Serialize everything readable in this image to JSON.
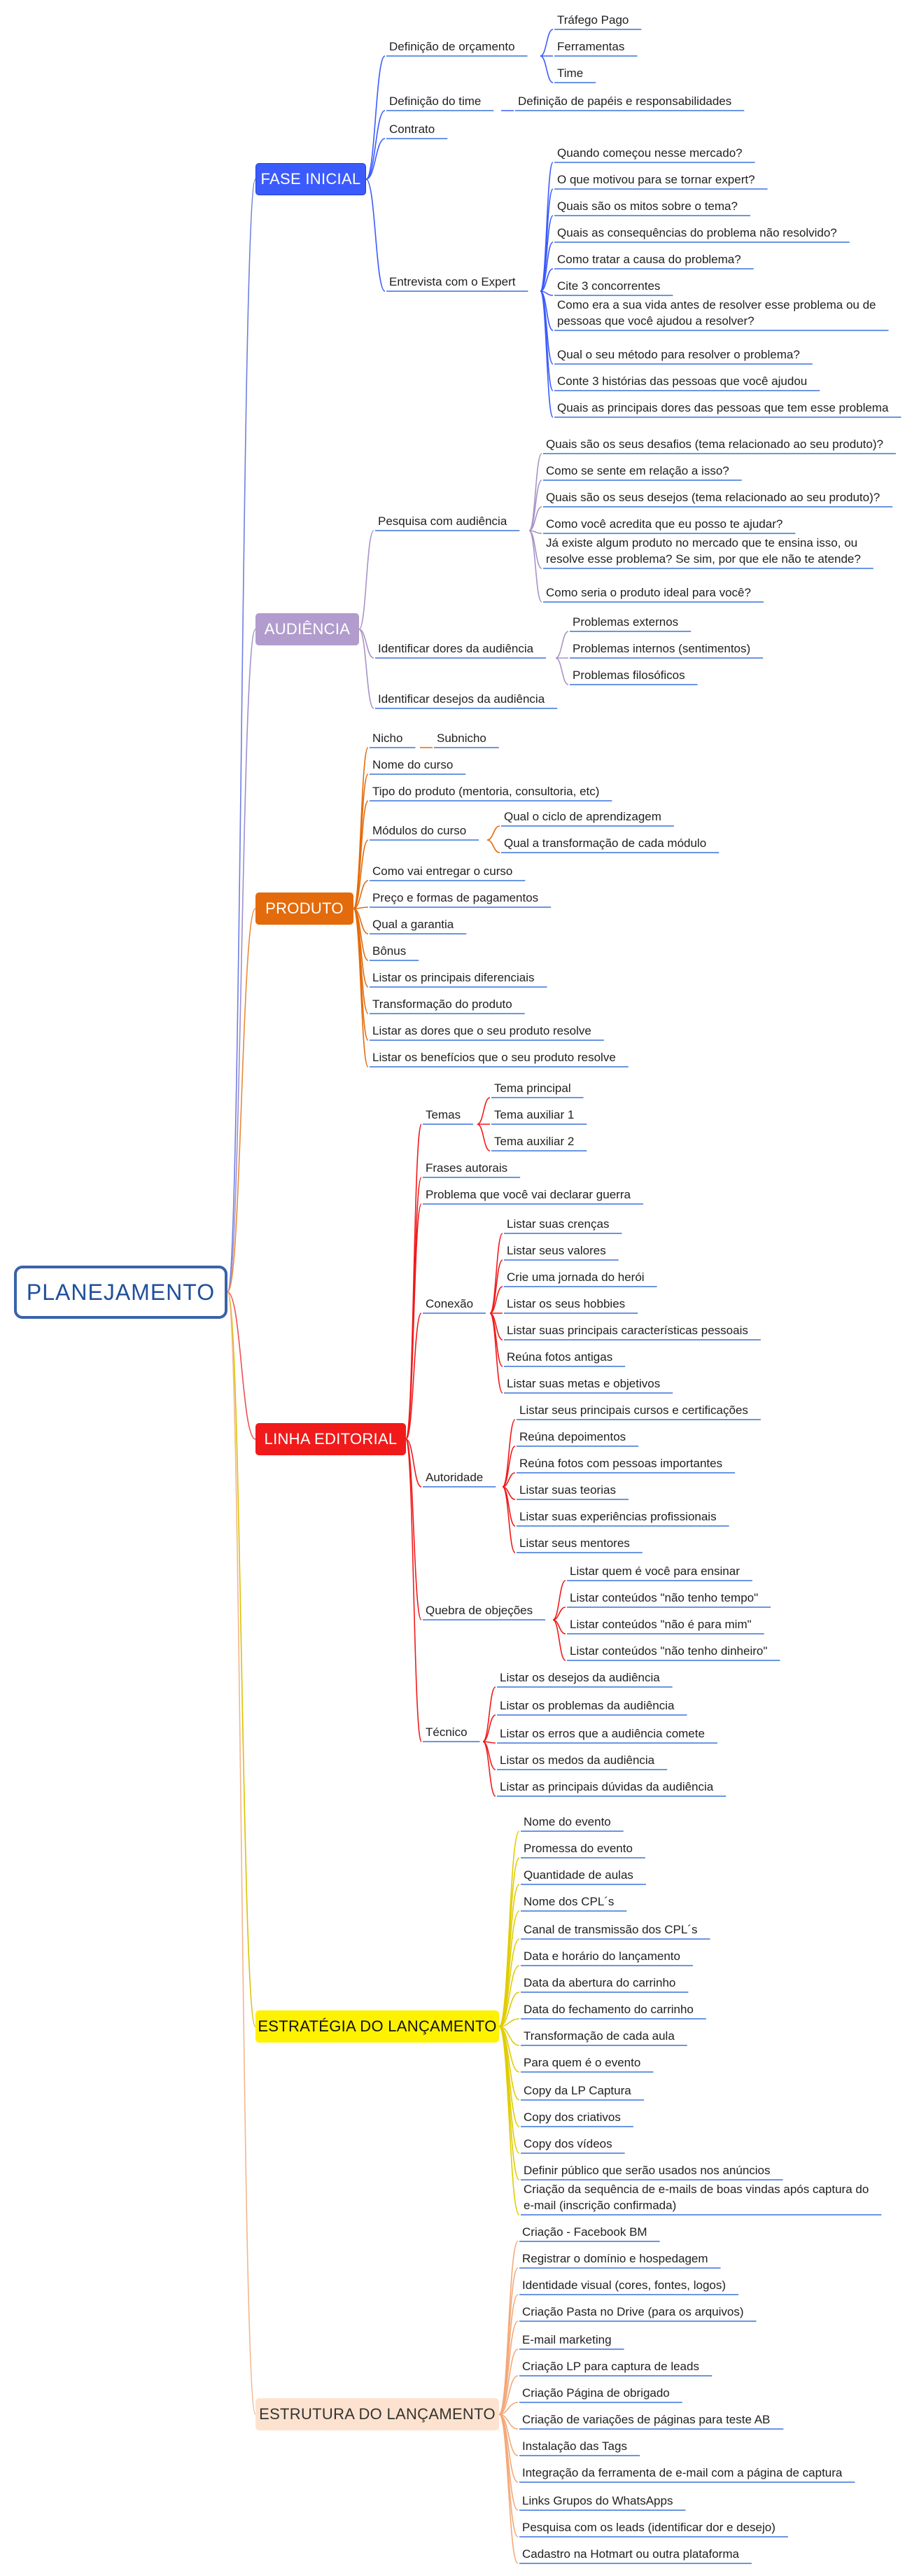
{
  "root": "PLANEJAMENTO",
  "colors": {
    "root_border": "#3a62a8",
    "fase": "#3b5bfd",
    "audiencia": "#b19ccd",
    "produto": "#e36b0c",
    "linha": "#f01a1a",
    "estrategia": "#fff200",
    "estrutura": "#fde3cf",
    "underline": "#3b72d9"
  },
  "branches": [
    {
      "label": "FASE INICIAL",
      "color": "#3b5bfd",
      "children": [
        {
          "label": "Definição de orçamento",
          "children": [
            {
              "label": "Tráfego Pago"
            },
            {
              "label": "Ferramentas"
            },
            {
              "label": "Time"
            }
          ]
        },
        {
          "label": "Definição do time",
          "children": [
            {
              "label": "Definição de papéis e responsabilidades"
            }
          ]
        },
        {
          "label": "Contrato"
        },
        {
          "label": "Entrevista com o Expert",
          "children": [
            {
              "label": "Quando começou nesse mercado?"
            },
            {
              "label": "O que motivou para se tornar expert?"
            },
            {
              "label": "Quais são os mitos sobre o tema?"
            },
            {
              "label": "Quais as consequências do problema não resolvido?"
            },
            {
              "label": "Como tratar a causa do problema?"
            },
            {
              "label": "Cite 3 concorrentes"
            },
            {
              "label": "Como era a sua vida antes de resolver esse problema ou de",
              "line2": "pessoas que você ajudou a resolver?"
            },
            {
              "label": "Qual o seu método para resolver o problema?"
            },
            {
              "label": "Conte 3 histórias das pessoas que você ajudou"
            },
            {
              "label": "Quais as principais dores das pessoas que tem esse problema"
            }
          ]
        }
      ]
    },
    {
      "label": "AUDIÊNCIA",
      "color": "#b19ccd",
      "children": [
        {
          "label": "Pesquisa com audiência",
          "children": [
            {
              "label": "Quais são os seus desafios (tema relacionado ao seu produto)?"
            },
            {
              "label": "Como se sente em relação a isso?"
            },
            {
              "label": "Quais são os seus desejos (tema relacionado ao seu produto)?"
            },
            {
              "label": "Como você acredita que eu posso te ajudar?"
            },
            {
              "label": "Já existe algum produto no mercado que te ensina isso, ou",
              "line2": "resolve esse problema? Se sim, por que ele não te atende?"
            },
            {
              "label": "Como seria o produto ideal para você?"
            }
          ]
        },
        {
          "label": "Identificar dores da audiência",
          "children": [
            {
              "label": "Problemas externos"
            },
            {
              "label": "Problemas internos (sentimentos)"
            },
            {
              "label": "Problemas filosóficos"
            }
          ]
        },
        {
          "label": "Identificar desejos da audiência"
        }
      ]
    },
    {
      "label": "PRODUTO",
      "color": "#e36b0c",
      "children": [
        {
          "label": "Nicho",
          "children": [
            {
              "label": "Subnicho"
            }
          ]
        },
        {
          "label": "Nome do curso"
        },
        {
          "label": "Tipo do produto (mentoria, consultoria, etc)"
        },
        {
          "label": "Módulos do curso",
          "children": [
            {
              "label": "Qual o ciclo de aprendizagem"
            },
            {
              "label": "Qual a transformação de cada módulo"
            }
          ]
        },
        {
          "label": "Como vai entregar o curso"
        },
        {
          "label": "Preço e formas de pagamentos"
        },
        {
          "label": "Qual a garantia"
        },
        {
          "label": "Bônus"
        },
        {
          "label": "Listar os principais diferenciais"
        },
        {
          "label": "Transformação do produto"
        },
        {
          "label": "Listar as dores que o seu produto resolve"
        },
        {
          "label": "Listar os benefícios que o seu produto resolve"
        }
      ]
    },
    {
      "label": "LINHA EDITORIAL",
      "color": "#f01a1a",
      "children": [
        {
          "label": "Temas",
          "children": [
            {
              "label": "Tema principal"
            },
            {
              "label": "Tema auxiliar 1"
            },
            {
              "label": "Tema auxiliar 2"
            }
          ]
        },
        {
          "label": "Frases autorais"
        },
        {
          "label": "Problema que você vai declarar guerra"
        },
        {
          "label": "Conexão",
          "children": [
            {
              "label": "Listar suas crenças"
            },
            {
              "label": "Listar seus valores"
            },
            {
              "label": "Crie uma jornada do herói"
            },
            {
              "label": "Listar os seus hobbies"
            },
            {
              "label": "Listar suas principais características pessoais"
            },
            {
              "label": "Reúna fotos antigas"
            },
            {
              "label": "Listar suas metas e objetivos"
            }
          ]
        },
        {
          "label": "Autoridade",
          "children": [
            {
              "label": "Listar seus principais cursos e certificações"
            },
            {
              "label": "Reúna depoimentos"
            },
            {
              "label": "Reúna fotos com pessoas importantes"
            },
            {
              "label": "Listar suas teorias"
            },
            {
              "label": "Listar suas experiências profissionais"
            },
            {
              "label": "Listar seus mentores"
            }
          ]
        },
        {
          "label": "Quebra de objeções",
          "children": [
            {
              "label": "Listar quem é você para ensinar"
            },
            {
              "label": "Listar conteúdos \"não tenho tempo\""
            },
            {
              "label": "Listar conteúdos \"não é para mim\""
            },
            {
              "label": "Listar conteúdos \"não tenho dinheiro\""
            }
          ]
        },
        {
          "label": "Técnico",
          "children": [
            {
              "label": "Listar os desejos da audiência"
            },
            {
              "label": "Listar os problemas da audiência"
            },
            {
              "label": "Listar os erros que a audiência comete"
            },
            {
              "label": "Listar os medos da audiência"
            },
            {
              "label": "Listar as principais dúvidas da audiência"
            }
          ]
        }
      ]
    },
    {
      "label": "ESTRATÉGIA DO LANÇAMENTO",
      "color": "#fff200",
      "children": [
        {
          "label": "Nome do evento"
        },
        {
          "label": "Promessa do evento"
        },
        {
          "label": "Quantidade de aulas"
        },
        {
          "label": "Nome dos CPL´s"
        },
        {
          "label": "Canal de transmissão dos CPL´s"
        },
        {
          "label": "Data e horário do lançamento"
        },
        {
          "label": "Data da abertura do carrinho"
        },
        {
          "label": "Data do fechamento do carrinho"
        },
        {
          "label": "Transformação de cada aula"
        },
        {
          "label": "Para quem é o evento"
        },
        {
          "label": "Copy da LP Captura"
        },
        {
          "label": "Copy dos criativos"
        },
        {
          "label": "Copy dos vídeos"
        },
        {
          "label": "Definir público que serão usados nos anúncios"
        },
        {
          "label": "Criação da sequência de e-mails de boas vindas após captura do",
          "line2": "e-mail (inscrição confirmada)"
        }
      ]
    },
    {
      "label": "ESTRUTURA DO LANÇAMENTO",
      "color": "#fde3cf",
      "children": [
        {
          "label": "Criação - Facebook BM"
        },
        {
          "label": "Registrar o domínio e hospedagem"
        },
        {
          "label": "Identidade visual (cores, fontes, logos)"
        },
        {
          "label": "Criação Pasta no Drive (para os arquivos)"
        },
        {
          "label": "E-mail marketing"
        },
        {
          "label": "Criação LP para captura de leads"
        },
        {
          "label": "Criação Página de obrigado"
        },
        {
          "label": "Criação de variações de páginas para teste AB"
        },
        {
          "label": "Instalação das Tags"
        },
        {
          "label": "Integração da ferramenta de e-mail com a página de captura"
        },
        {
          "label": "Links Grupos do WhatsApps"
        },
        {
          "label": "Pesquisa com os leads (identificar dor e desejo)"
        },
        {
          "label": "Cadastro na Hotmart ou outra plataforma"
        }
      ]
    }
  ]
}
